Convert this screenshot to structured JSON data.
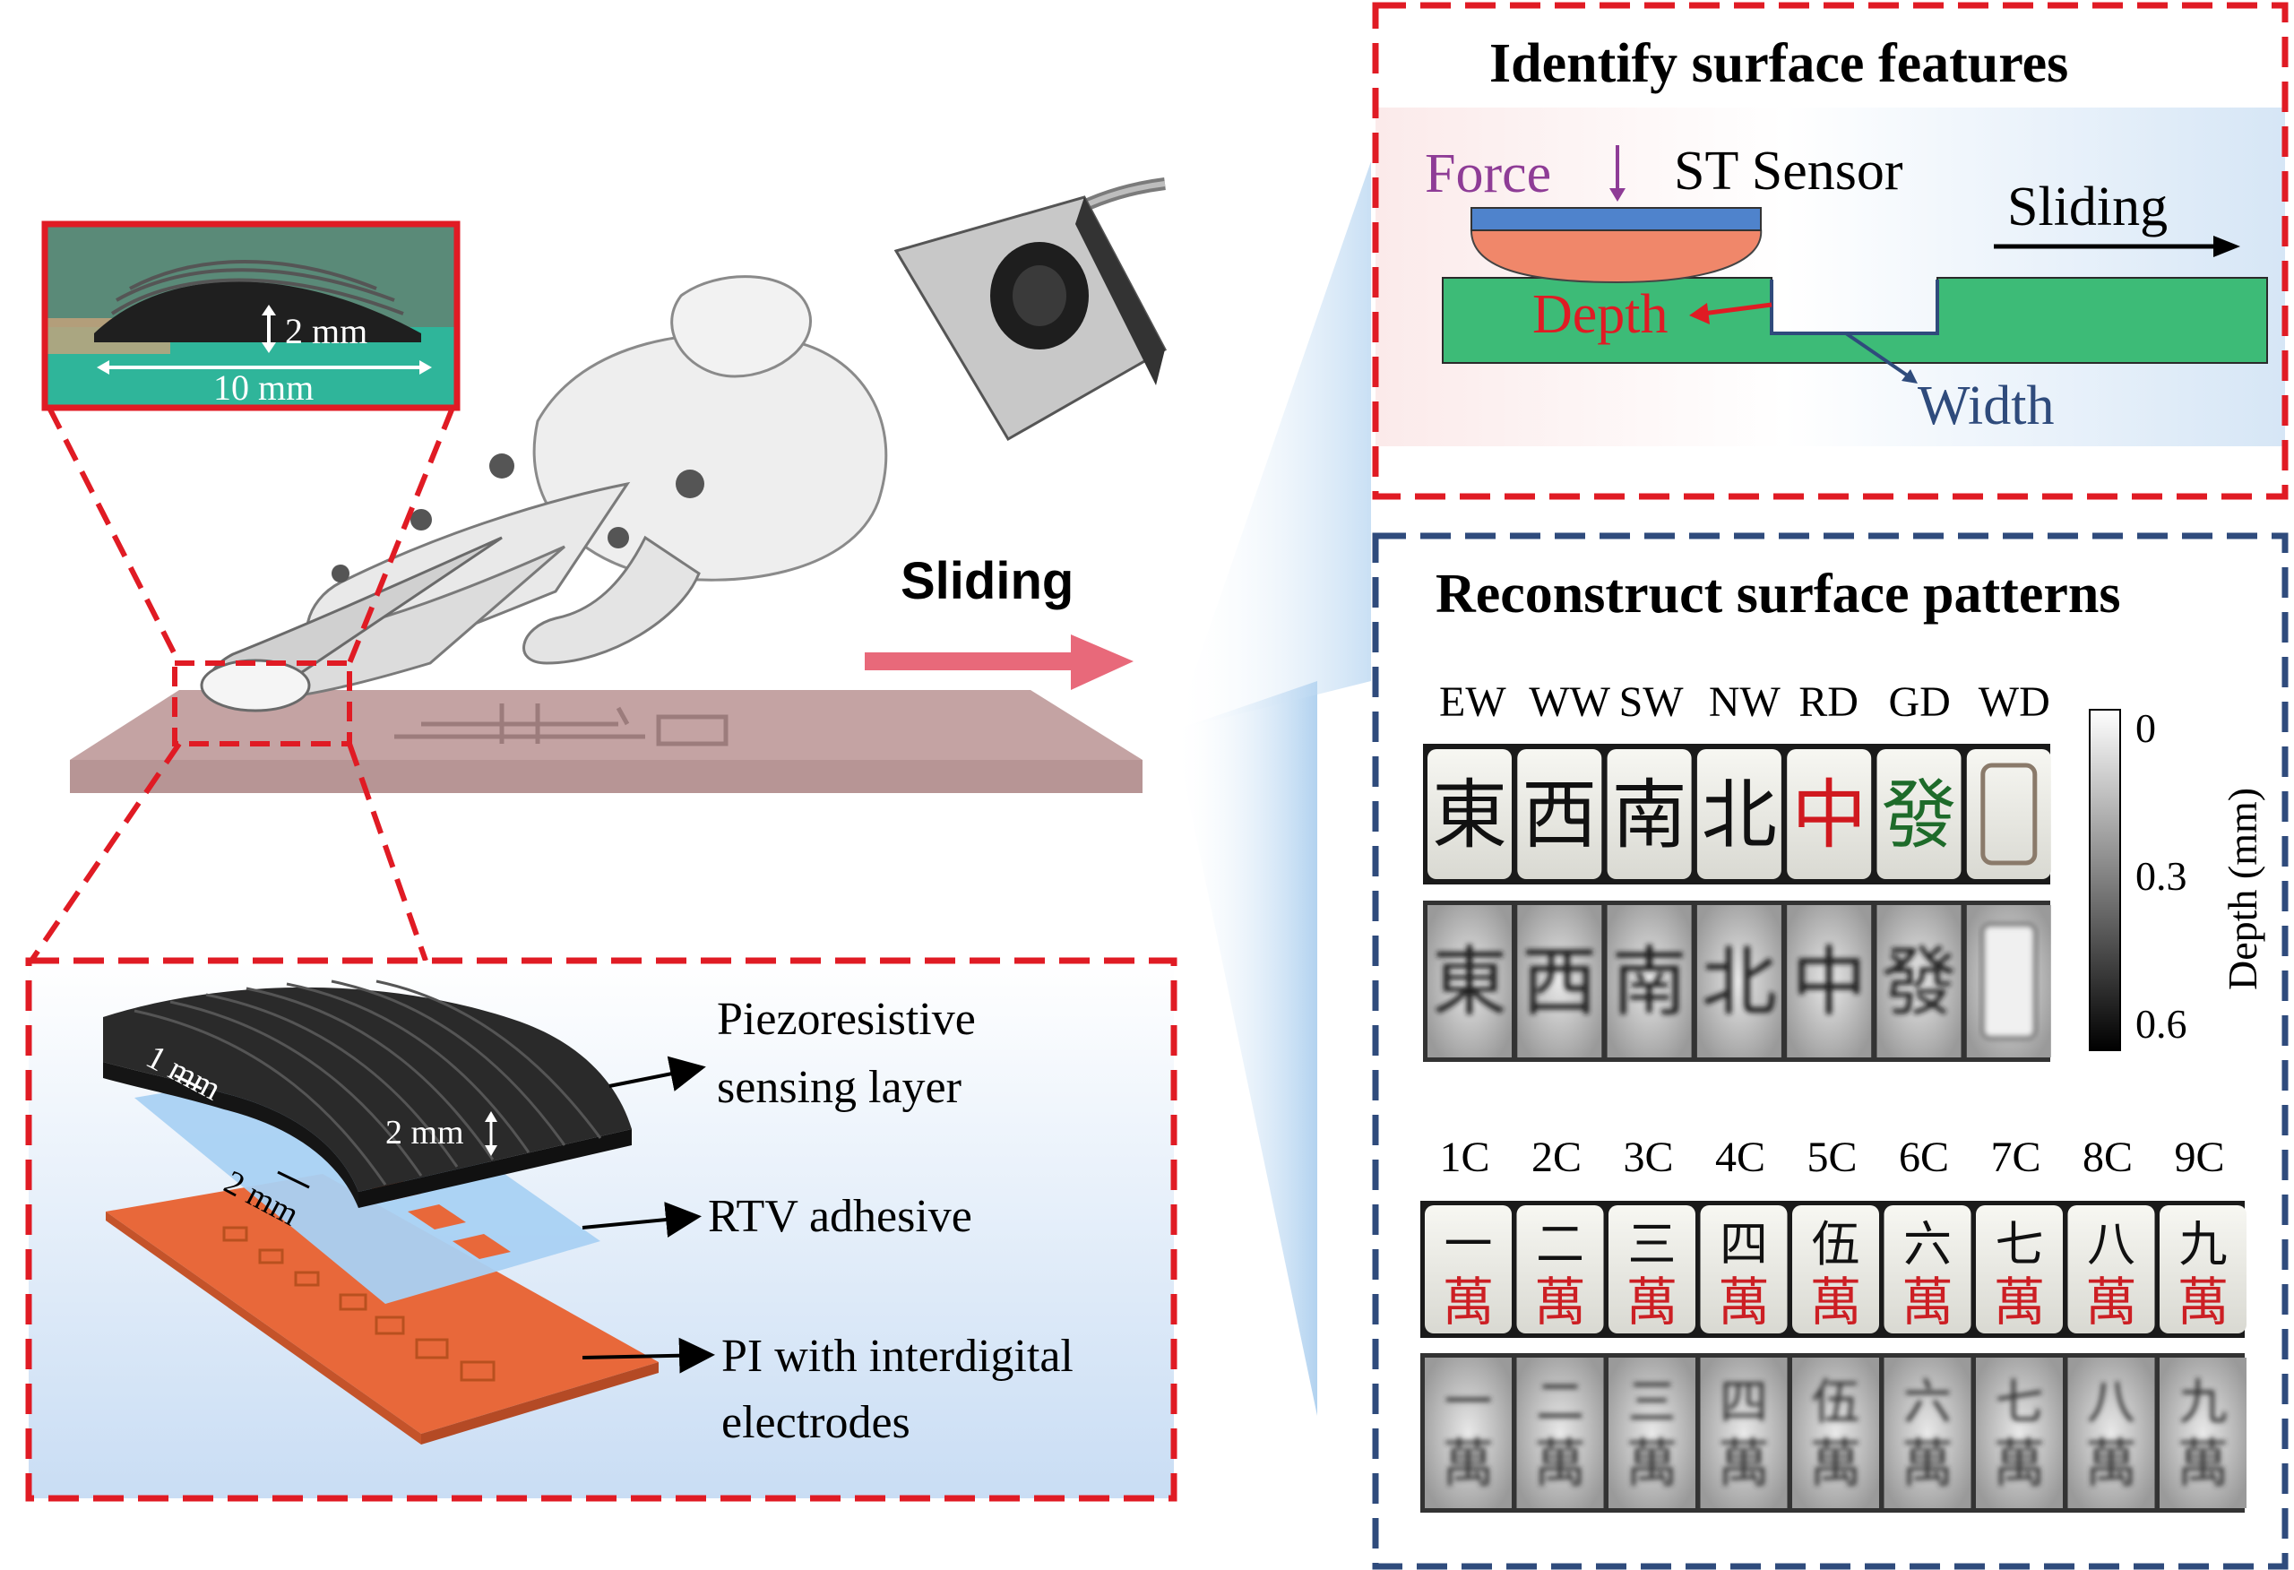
{
  "left": {
    "sliding_label": "Sliding",
    "photo_inset": {
      "height_label": "2 mm",
      "width_label": "10 mm"
    },
    "exploded": {
      "layer1": "Piezoresistive",
      "layer1b": "sensing layer",
      "layer2": "RTV adhesive",
      "layer3": "PI with interdigital",
      "layer3b": "electrodes",
      "dim_gap": "1 mm",
      "dim_thick": "2 mm",
      "dim_pitch": "2 mm"
    }
  },
  "top_panel": {
    "title": "Identify surface features",
    "force": "Force",
    "sensor": "ST Sensor",
    "sliding": "Sliding",
    "depth": "Depth",
    "width": "Width",
    "colors": {
      "force": "#8e3c96",
      "depth": "#e01b24",
      "width": "#2f4b7c",
      "ground": "#3dbb77",
      "sensor_top": "#4f83cc",
      "sensor_body": "#f0876a"
    }
  },
  "bottom_panel": {
    "title": "Reconstruct surface patterns",
    "row1_labels": [
      "EW",
      "WW",
      "SW",
      "NW",
      "RD",
      "GD",
      "WD"
    ],
    "row1_glyphs": [
      "東",
      "西",
      "南",
      "北",
      "中",
      "發",
      ""
    ],
    "row2_labels": [
      "1C",
      "2C",
      "3C",
      "4C",
      "5C",
      "6C",
      "7C",
      "8C",
      "9C"
    ],
    "row2_top_glyphs": [
      "一",
      "二",
      "三",
      "四",
      "伍",
      "六",
      "七",
      "八",
      "九"
    ],
    "row2_bottom_glyph": "萬",
    "colorbar": {
      "ticks": [
        "0",
        "0.3",
        "0.6"
      ],
      "label": "Depth (mm)"
    }
  }
}
